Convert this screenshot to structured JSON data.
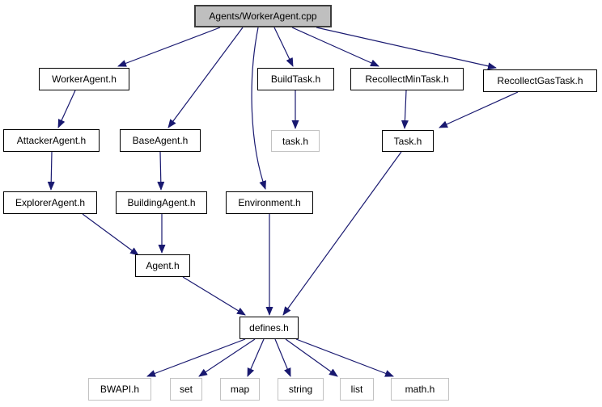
{
  "graph": {
    "type": "include-dependency-graph",
    "colors": {
      "edge": "#191970",
      "main_node_fill": "#bfbfbf",
      "main_node_border": "#3d3d3d",
      "internal_node_border": "#000000",
      "external_node_border": "#c2c2c2",
      "node_fill": "#ffffff",
      "text": "#000000"
    },
    "nodes": {
      "main": {
        "label": "Agents/WorkerAgent.cpp",
        "kind": "main"
      },
      "worker_agent_h": {
        "label": "WorkerAgent.h",
        "kind": "internal"
      },
      "build_task_h": {
        "label": "BuildTask.h",
        "kind": "internal"
      },
      "recollect_min_task_h": {
        "label": "RecollectMinTask.h",
        "kind": "internal"
      },
      "recollect_gas_task_h": {
        "label": "RecollectGasTask.h",
        "kind": "internal"
      },
      "attacker_agent_h": {
        "label": "AttackerAgent.h",
        "kind": "internal"
      },
      "base_agent_h": {
        "label": "BaseAgent.h",
        "kind": "internal"
      },
      "task_lower_h": {
        "label": "task.h",
        "kind": "external"
      },
      "task_h": {
        "label": "Task.h",
        "kind": "internal"
      },
      "explorer_agent_h": {
        "label": "ExplorerAgent.h",
        "kind": "internal"
      },
      "building_agent_h": {
        "label": "BuildingAgent.h",
        "kind": "internal"
      },
      "environment_h": {
        "label": "Environment.h",
        "kind": "internal"
      },
      "agent_h": {
        "label": "Agent.h",
        "kind": "internal"
      },
      "defines_h": {
        "label": "defines.h",
        "kind": "internal"
      },
      "bwapi_h": {
        "label": "BWAPI.h",
        "kind": "external"
      },
      "set": {
        "label": "set",
        "kind": "external"
      },
      "map": {
        "label": "map",
        "kind": "external"
      },
      "string": {
        "label": "string",
        "kind": "external"
      },
      "list": {
        "label": "list",
        "kind": "external"
      },
      "math_h": {
        "label": "math.h",
        "kind": "external"
      }
    },
    "edges": [
      {
        "from": "main",
        "to": "worker_agent_h"
      },
      {
        "from": "main",
        "to": "base_agent_h"
      },
      {
        "from": "main",
        "to": "environment_h"
      },
      {
        "from": "main",
        "to": "build_task_h"
      },
      {
        "from": "main",
        "to": "recollect_min_task_h"
      },
      {
        "from": "main",
        "to": "recollect_gas_task_h"
      },
      {
        "from": "worker_agent_h",
        "to": "attacker_agent_h"
      },
      {
        "from": "attacker_agent_h",
        "to": "explorer_agent_h"
      },
      {
        "from": "base_agent_h",
        "to": "building_agent_h"
      },
      {
        "from": "explorer_agent_h",
        "to": "agent_h"
      },
      {
        "from": "building_agent_h",
        "to": "agent_h"
      },
      {
        "from": "build_task_h",
        "to": "task_lower_h"
      },
      {
        "from": "recollect_min_task_h",
        "to": "task_h"
      },
      {
        "from": "recollect_gas_task_h",
        "to": "task_h"
      },
      {
        "from": "agent_h",
        "to": "defines_h"
      },
      {
        "from": "environment_h",
        "to": "defines_h"
      },
      {
        "from": "task_h",
        "to": "defines_h"
      },
      {
        "from": "defines_h",
        "to": "bwapi_h"
      },
      {
        "from": "defines_h",
        "to": "set"
      },
      {
        "from": "defines_h",
        "to": "map"
      },
      {
        "from": "defines_h",
        "to": "string"
      },
      {
        "from": "defines_h",
        "to": "list"
      },
      {
        "from": "defines_h",
        "to": "math_h"
      }
    ]
  }
}
